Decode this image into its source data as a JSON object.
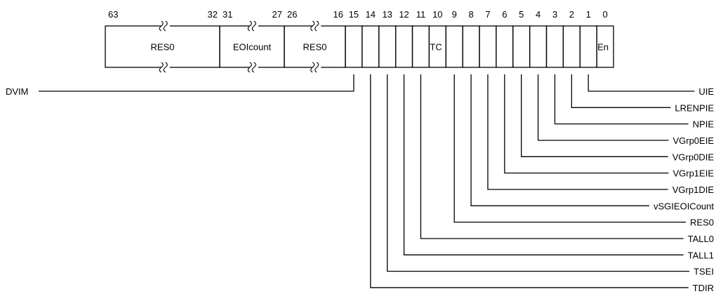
{
  "register": {
    "wide_fields": [
      {
        "name": "RES0",
        "msb": "63",
        "lsb": "32",
        "broken": true
      },
      {
        "name": "EOIcount",
        "msb": "31",
        "lsb": "27",
        "broken": true
      },
      {
        "name": "RES0",
        "msb": "26",
        "lsb": "16",
        "broken": true
      }
    ],
    "bits": [
      {
        "bit": "15",
        "label": ""
      },
      {
        "bit": "14",
        "label": ""
      },
      {
        "bit": "13",
        "label": ""
      },
      {
        "bit": "12",
        "label": ""
      },
      {
        "bit": "11",
        "label": ""
      },
      {
        "bit": "10",
        "label": "TC"
      },
      {
        "bit": "9",
        "label": ""
      },
      {
        "bit": "8",
        "label": ""
      },
      {
        "bit": "7",
        "label": ""
      },
      {
        "bit": "6",
        "label": ""
      },
      {
        "bit": "5",
        "label": ""
      },
      {
        "bit": "4",
        "label": ""
      },
      {
        "bit": "3",
        "label": ""
      },
      {
        "bit": "2",
        "label": ""
      },
      {
        "bit": "1",
        "label": ""
      },
      {
        "bit": "0",
        "label": "En"
      }
    ]
  },
  "callouts_left": [
    {
      "bit": 15,
      "label": "DVIM"
    }
  ],
  "callouts_right": [
    {
      "bit": 1,
      "label": "UIE"
    },
    {
      "bit": 2,
      "label": "LRENPIE"
    },
    {
      "bit": 3,
      "label": "NPIE"
    },
    {
      "bit": 4,
      "label": "VGrp0EIE"
    },
    {
      "bit": 5,
      "label": "VGrp0DIE"
    },
    {
      "bit": 6,
      "label": "VGrp1EIE"
    },
    {
      "bit": 7,
      "label": "VGrp1DIE"
    },
    {
      "bit": 8,
      "label": "vSGIEOICount"
    },
    {
      "bit": 9,
      "label": "RES0"
    },
    {
      "bit": 11,
      "label": "TALL0"
    },
    {
      "bit": 12,
      "label": "TALL1"
    },
    {
      "bit": 13,
      "label": "TSEI"
    },
    {
      "bit": 14,
      "label": "TDIR"
    }
  ]
}
